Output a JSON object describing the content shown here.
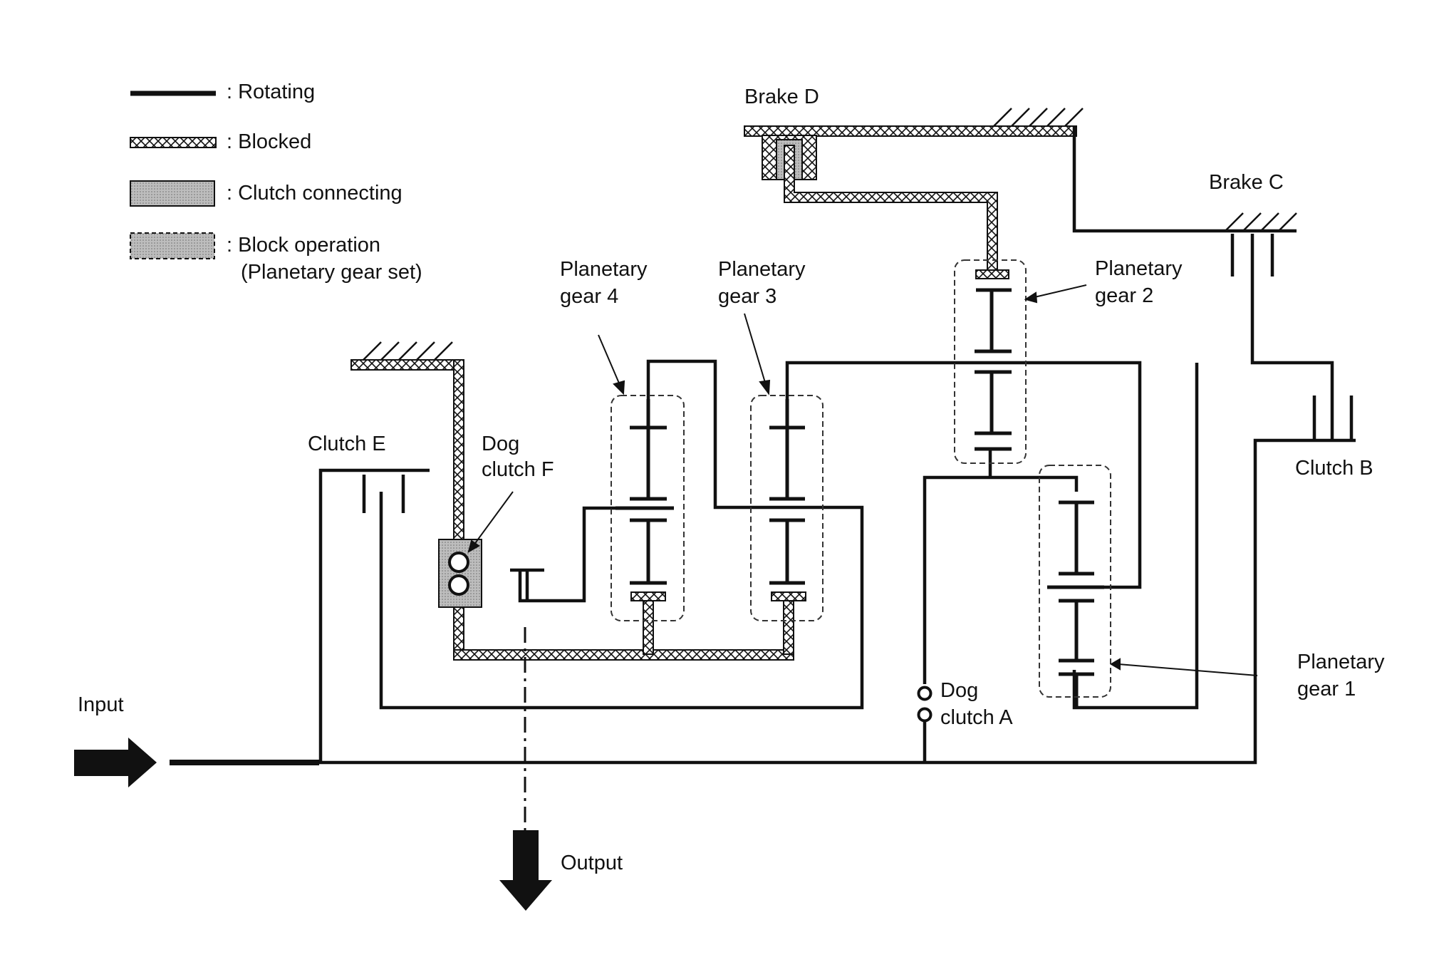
{
  "legend": {
    "rotating": ": Rotating",
    "blocked": ": Blocked",
    "clutch_connecting": ": Clutch connecting",
    "block_operation_line1": ": Block operation",
    "block_operation_line2": "(Planetary gear set)"
  },
  "labels": {
    "brake_d": "Brake D",
    "brake_c": "Brake C",
    "clutch_b": "Clutch B",
    "clutch_e": "Clutch E",
    "dog_clutch_f_line1": "Dog",
    "dog_clutch_f_line2": "clutch F",
    "dog_clutch_a_line1": "Dog",
    "dog_clutch_a_line2": "clutch A",
    "planetary_gear_1_line1": "Planetary",
    "planetary_gear_1_line2": "gear 1",
    "planetary_gear_2_line1": "Planetary",
    "planetary_gear_2_line2": "gear 2",
    "planetary_gear_3_line1": "Planetary",
    "planetary_gear_3_line2": "gear 3",
    "planetary_gear_4_line1": "Planetary",
    "planetary_gear_4_line2": "gear 4",
    "input": "Input",
    "output": "Output"
  },
  "colors": {
    "line": "#111111",
    "hatch": "#111111",
    "fill": "#bdbdbd",
    "background": "#ffffff"
  }
}
